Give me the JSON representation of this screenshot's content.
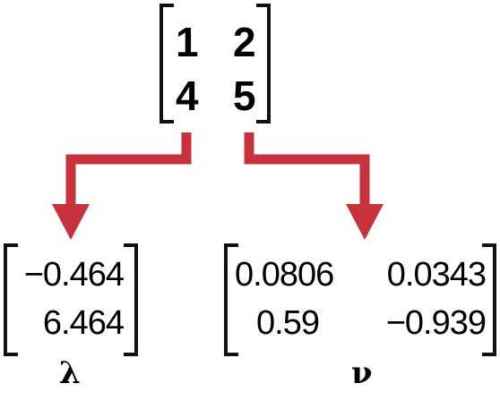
{
  "input_matrix": {
    "rows": [
      [
        "1",
        "2"
      ],
      [
        "4",
        "5"
      ]
    ]
  },
  "eigenvalues": {
    "symbol": "λ",
    "rows": [
      [
        "−0.464"
      ],
      [
        "6.464"
      ]
    ]
  },
  "eigenvectors": {
    "symbol": "ν",
    "rows": [
      [
        "0.0806",
        "0.0343"
      ],
      [
        "0.59",
        "−0.939"
      ]
    ]
  },
  "colors": {
    "arrow": "#c8323c",
    "bracket": "#111111",
    "text": "#000000"
  }
}
